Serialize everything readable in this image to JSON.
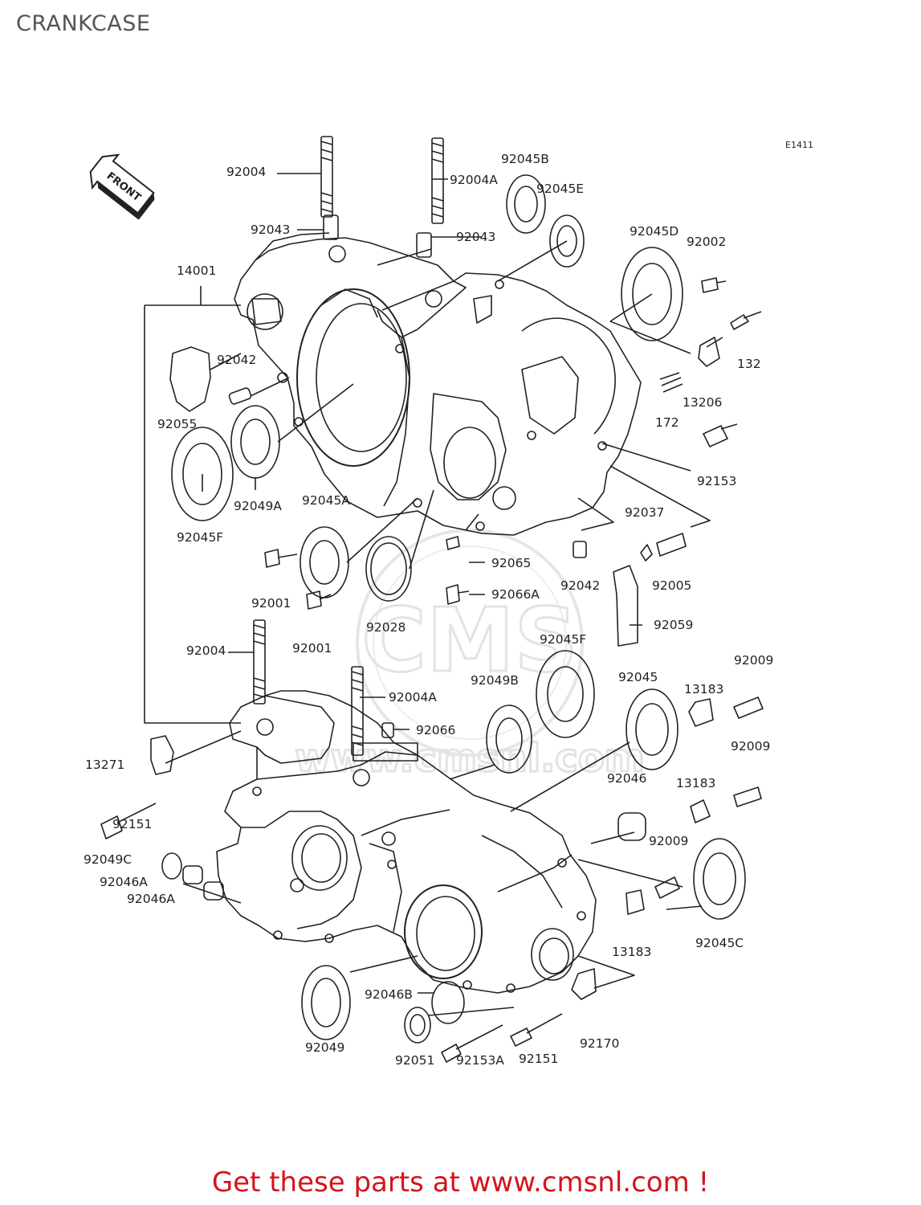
{
  "page": {
    "title": "CRANKCASE",
    "footer": "Get these parts at www.cmsnl.com !"
  },
  "diagram": {
    "code": "E1411",
    "front_label": "FRONT",
    "watermark": [
      "CMS",
      "www.cmsnl.com"
    ],
    "parts": [
      "92004",
      "92004A",
      "92045B",
      "92045E",
      "92043",
      "92043",
      "14001",
      "92045D",
      "92002",
      "132",
      "92042",
      "13206",
      "92055",
      "172",
      "92049A",
      "92153",
      "92045F",
      "92045A",
      "92037",
      "92065",
      "92001",
      "92066A",
      "92042",
      "92005",
      "92001",
      "92028",
      "92059",
      "92004",
      "92045F",
      "92009",
      "92049B",
      "92045",
      "13183",
      "92004A",
      "92066",
      "13271",
      "92009",
      "92046",
      "13183",
      "92151",
      "92009",
      "92049C",
      "92046A",
      "92046A",
      "92045C",
      "13183",
      "92046B",
      "92170",
      "92049",
      "92051",
      "92153A",
      "92151"
    ]
  },
  "colors": {
    "title": "#555555",
    "footer": "#d4141c",
    "line": "#222222",
    "watermark": "#e3e3e3"
  }
}
